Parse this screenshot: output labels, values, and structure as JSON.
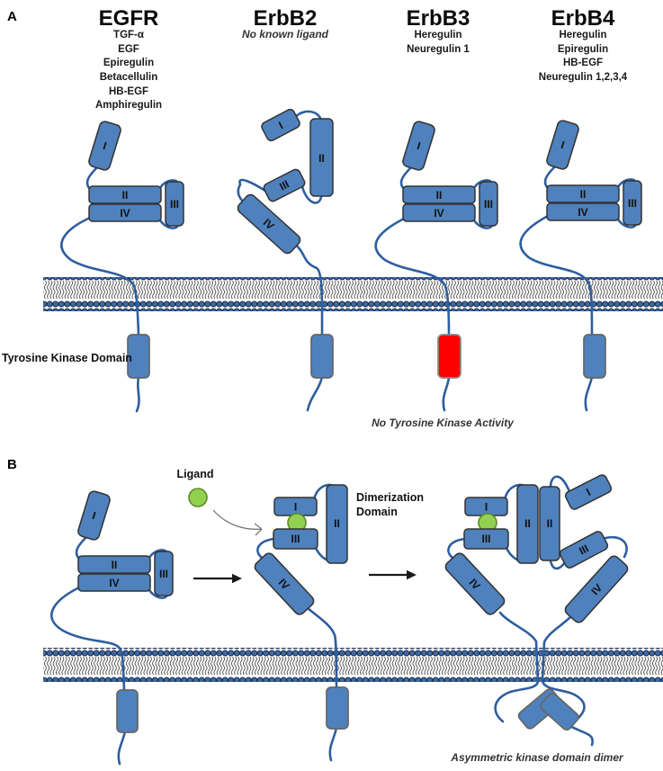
{
  "figure": {
    "description_labels_only": "ErbB receptor family diagram"
  },
  "panel_a": {
    "label": "A",
    "columns": [
      {
        "name": "EGFR",
        "ligands": [
          "TGF-α",
          "EGF",
          "Epiregulin",
          "Betacellulin",
          "HB-EGF",
          "Amphiregulin"
        ]
      },
      {
        "name": "ErbB2",
        "note": "No known ligand"
      },
      {
        "name": "ErbB3",
        "ligands": [
          "Heregulin",
          "Neuregulin 1"
        ]
      },
      {
        "name": "ErbB4",
        "ligands": [
          "Heregulin",
          "Epiregulin",
          "HB-EGF",
          "Neuregulin 1,2,3,4"
        ]
      }
    ],
    "tyrosine_kinase_domain_label": "Tyrosine Kinase Domain",
    "no_tyrosine_kinase_activity_label": "No Tyrosine Kinase Activity"
  },
  "panel_b": {
    "label": "B",
    "ligand_label": "Ligand",
    "dimerization_domain_label": [
      "Dimerization",
      "Domain"
    ],
    "asymmetric_kinase_label": "Asymmetric kinase domain dimer"
  },
  "domain_labels": {
    "i": "I",
    "ii": "II",
    "iii": "III",
    "iv": "IV"
  },
  "colors": {
    "domain_blue": "#4f81bd",
    "inactive_kinase_red": "#ff0000",
    "ligand_green": "#92d050",
    "membrane_head_blue": "#3e6ba5",
    "connector_blue": "#2e5e9e"
  }
}
